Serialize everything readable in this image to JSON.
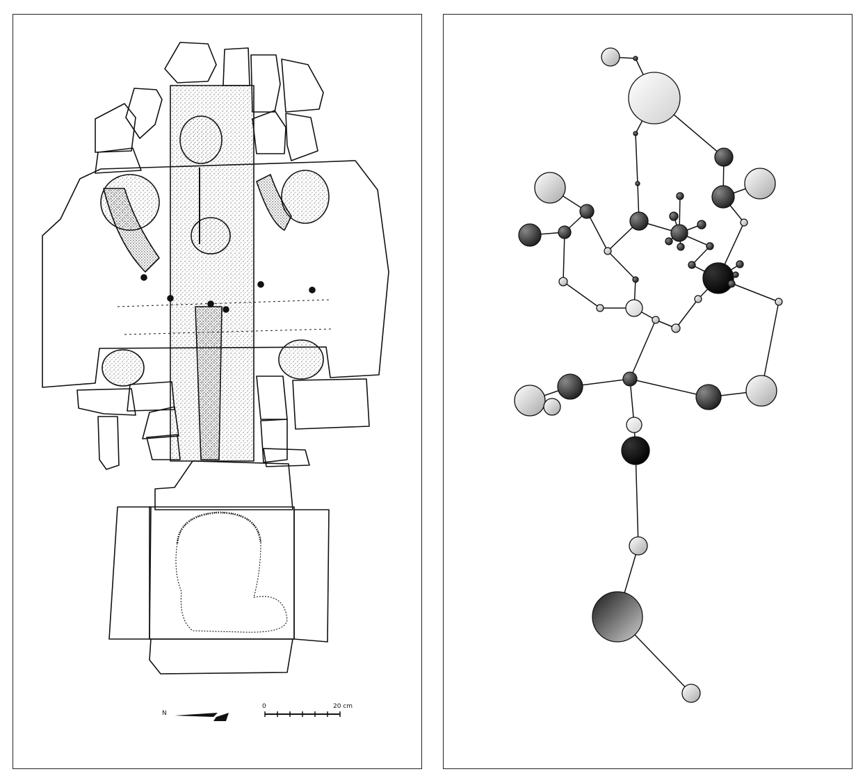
{
  "left_panel": {
    "scale_bar": {
      "start_label": "0",
      "end_label": "20 cm"
    },
    "north_arrow": {
      "label": "N"
    }
  },
  "right_panel": {
    "colors": {
      "dark": "#1a1a1a",
      "mid": "#555555",
      "light": "#d8d8d8",
      "stroke": "#111111"
    }
  }
}
